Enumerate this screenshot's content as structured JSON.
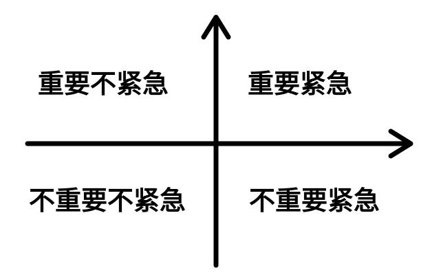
{
  "quadrants": {
    "top_left": "重要不紧急",
    "top_right": "重要紧急",
    "bottom_left": "不重要不紧急",
    "bottom_right": "不重要紧急"
  },
  "colors": {
    "axis": "#000000",
    "text": "#000000",
    "background": "#ffffff"
  }
}
